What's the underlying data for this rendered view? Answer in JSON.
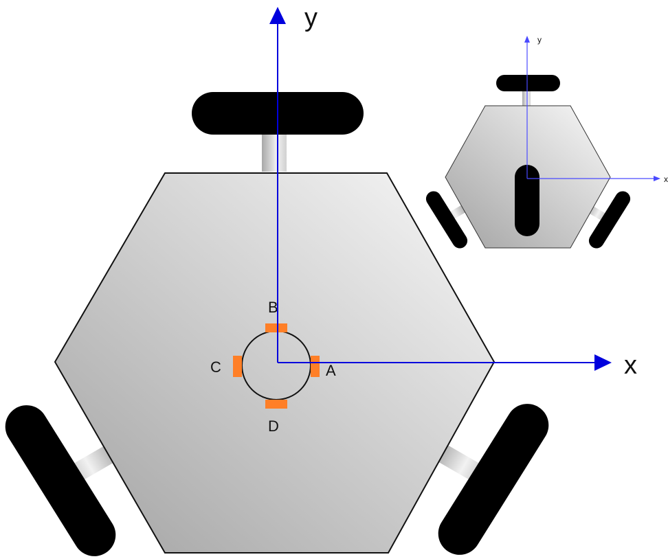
{
  "main_diagram": {
    "axes": {
      "x_label": "x",
      "y_label": "y",
      "color": "#0000dd"
    },
    "sensors": [
      {
        "id": "a",
        "label": "A"
      },
      {
        "id": "b",
        "label": "B"
      },
      {
        "id": "c",
        "label": "C"
      },
      {
        "id": "d",
        "label": "D"
      }
    ],
    "sensor_color": "#ff7f27",
    "body_color": "#c8c8c8",
    "wheel_color": "#000000"
  },
  "inset_diagram": {
    "axes": {
      "x_label": "x",
      "y_label": "y",
      "color": "#4a4aff"
    }
  }
}
